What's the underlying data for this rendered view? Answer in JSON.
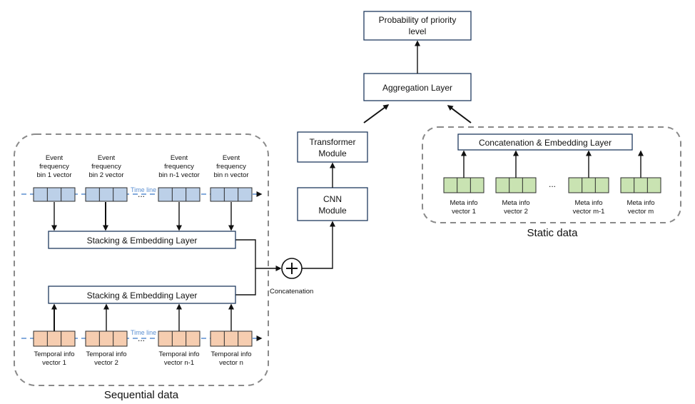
{
  "output": {
    "line1": "Probability of priority",
    "line2": "level"
  },
  "aggregation": {
    "label": "Aggregation Layer"
  },
  "transformer": {
    "line1": "Transformer",
    "line2": "Module"
  },
  "cnn": {
    "line1": "CNN",
    "line2": "Module"
  },
  "concat_op": {
    "symbol": "+",
    "label": "Concatenation"
  },
  "sequential": {
    "title": "Sequential data",
    "timeline_label": "Time line",
    "stack_layer_label": "Stacking & Embedding Layer",
    "ellipsis": "...",
    "event_vectors": [
      {
        "lines": [
          "Event",
          "frequency",
          "bin 1 vector"
        ]
      },
      {
        "lines": [
          "Event",
          "frequency",
          "bin 2 vector"
        ]
      },
      {
        "lines": [
          "Event",
          "frequency",
          "bin n-1 vector"
        ]
      },
      {
        "lines": [
          "Event",
          "frequency",
          "bin n vector"
        ]
      }
    ],
    "temporal_vectors": [
      {
        "lines": [
          "Temporal info",
          "vector 1"
        ]
      },
      {
        "lines": [
          "Temporal info",
          "vector 2"
        ]
      },
      {
        "lines": [
          "Temporal info",
          "vector n-1"
        ]
      },
      {
        "lines": [
          "Temporal info",
          "vector n"
        ]
      }
    ]
  },
  "static": {
    "title": "Static data",
    "layer_label": "Concatenation & Embedding Layer",
    "ellipsis": "...",
    "meta_vectors": [
      {
        "lines": [
          "Meta info",
          "vector 1"
        ]
      },
      {
        "lines": [
          "Meta info",
          "vector 2"
        ]
      },
      {
        "lines": [
          "Meta info",
          "vector m-1"
        ]
      },
      {
        "lines": [
          "Meta info",
          "vector m"
        ]
      }
    ]
  },
  "colors": {
    "event_vector": "#bcd0e8",
    "temporal_vector": "#f6cdb0",
    "meta_vector": "#c9e3b2",
    "timeline": "#5b8fd1",
    "layer_border": "#1f3a5f",
    "group_border": "#8a8a8a"
  }
}
